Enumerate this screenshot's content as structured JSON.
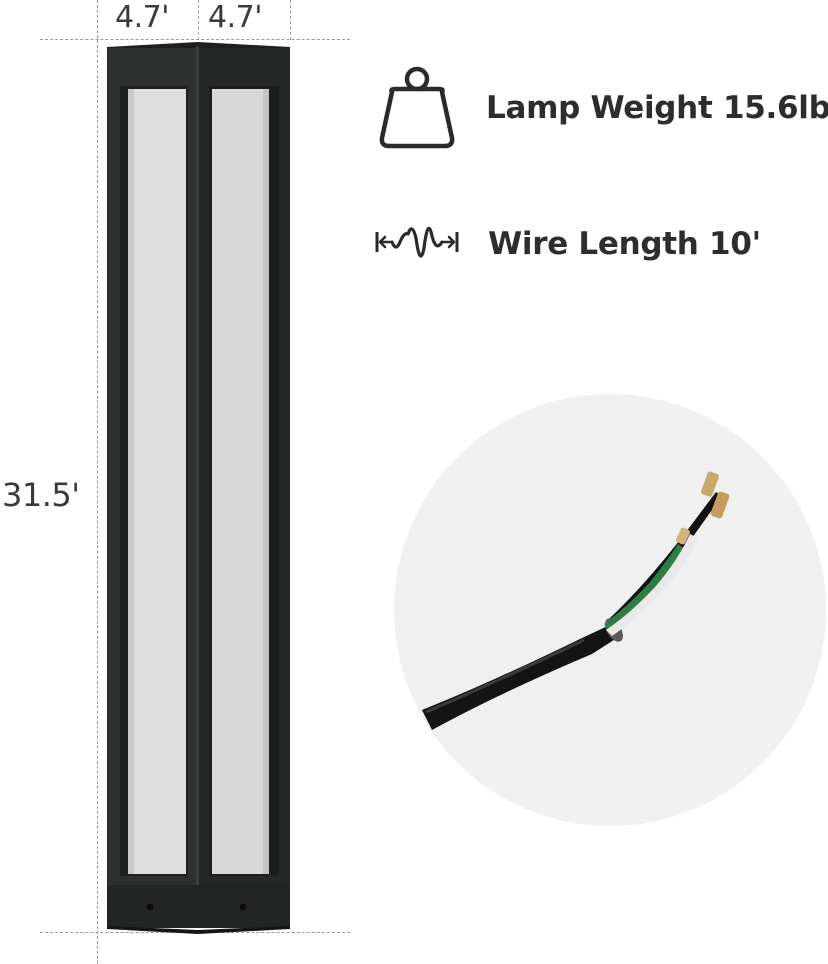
{
  "dimensions": {
    "width_left": "4.7'",
    "width_right": "4.7'",
    "height": "31.5'"
  },
  "specs": {
    "weight": {
      "icon": "weight-icon",
      "label": "Lamp Weight 15.6lb"
    },
    "wire": {
      "icon": "wire-length-icon",
      "label": "Wire Length 10'"
    }
  },
  "colors": {
    "lamp_frame": "#2b2d2c",
    "lamp_glass": "#dcdcdc",
    "circle_bg": "#f0f0f0",
    "cable": "#141414",
    "wire_green": "#2e7d45"
  }
}
